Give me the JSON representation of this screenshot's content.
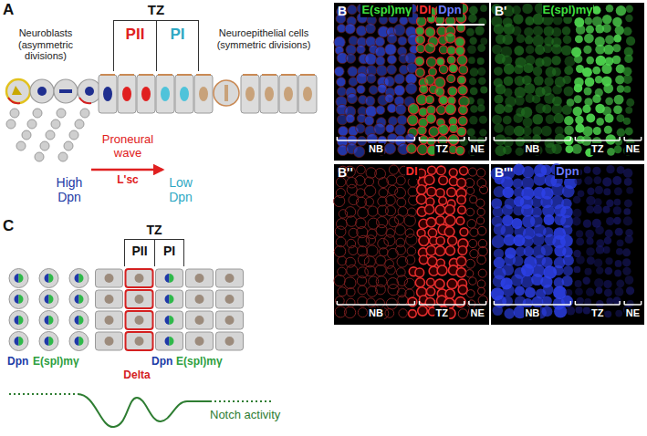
{
  "diagram": {
    "nodes": [
      {
        "text": [
          "PII"
        ]
      },
      {
        "text": [
          "PI"
        ]
      },
      {
        "text": [
          "B",
          "E(spl)mγ",
          "Dl",
          "Dpn",
          "NB",
          "TZ",
          "NE"
        ]
      },
      {
        "text": [
          "B'",
          "E(spl)mγ",
          "NB",
          "TZ",
          "NE"
        ]
      },
      {
        "text": [
          "B''",
          "Dl",
          "NB",
          "TZ",
          "NE"
        ]
      },
      {
        "text": [
          "B'''",
          "Dpn",
          "NB",
          "TZ",
          "NE"
        ]
      },
      {
        "text": [
          "PII"
        ]
      },
      {
        "text": [
          "PI"
        ]
      }
    ],
    "labels": [
      "A",
      "TZ",
      "Neuroblasts (asymmetric divisions)",
      "Neuroepithelial cells (symmetric divisions)",
      "Proneural wave",
      "L'sc",
      "High Dpn",
      "Low Dpn",
      "C",
      "TZ",
      "Dpn",
      "E(spl)mγ",
      "Delta",
      "Dpn",
      "E(spl)mγ",
      "Notch activity"
    ]
  }
}
